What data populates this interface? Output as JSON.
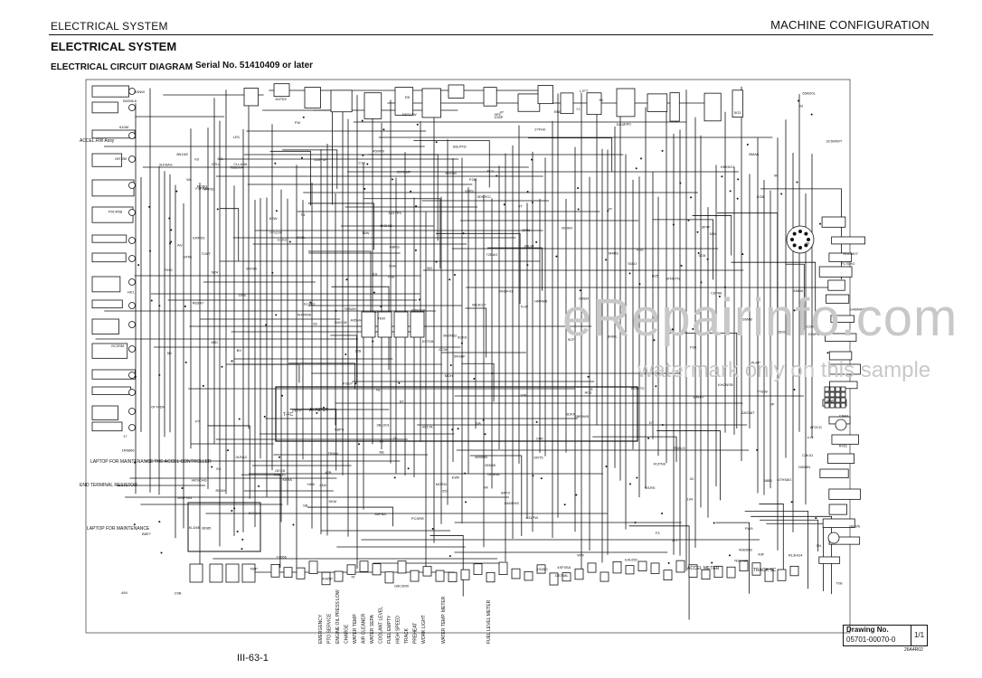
{
  "header": {
    "left": "ELECTRICAL SYSTEM",
    "right": "MACHINE CONFIGURATION"
  },
  "title": "ELECTRICAL SYSTEM",
  "subtitle": "ELECTRICAL CIRCUIT DIAGRAM",
  "serial": "Serial No. 51410409 or later",
  "watermark": "eRepairinfo.com",
  "watermark_sub": "watermark only on this sample",
  "labels": {
    "accel": "ACCEL.RW Assy",
    "laptop_maint_accel": "LAPTOP FOR MAINTENANCE THE ACCEL CONTROLLER",
    "end_resistor": "END TERMINAL RESISTOR",
    "laptop_maint": "LAPTOP FOR MAINTENANCE",
    "ai_input": "AI INPUT",
    "t_fc": "T-FC",
    "accel_meter": "ACCEL METER",
    "track_sc": "TRACK SC"
  },
  "bottom_labels": [
    "EMERGENCY",
    "PTO SERVICE",
    "ENGINE OIL PRESS LOW",
    "CHARGE",
    "WATER TEMP.",
    "AIR CLEANER",
    "WATER SEPA",
    "COOLANT LEVEL",
    "FUEL EMPTY",
    "HIGH SPEED",
    "TRACK",
    "PREHEAT",
    "WORK LIGHT"
  ],
  "bottom_meters": [
    "WATER TEMP. METER",
    "FUEL LEVEL METER"
  ],
  "drawing": {
    "label": "Drawing No.",
    "number": "05701-00070-0",
    "sheet": "1/1",
    "code": "26A4R02"
  },
  "page_number": "III-63-1"
}
